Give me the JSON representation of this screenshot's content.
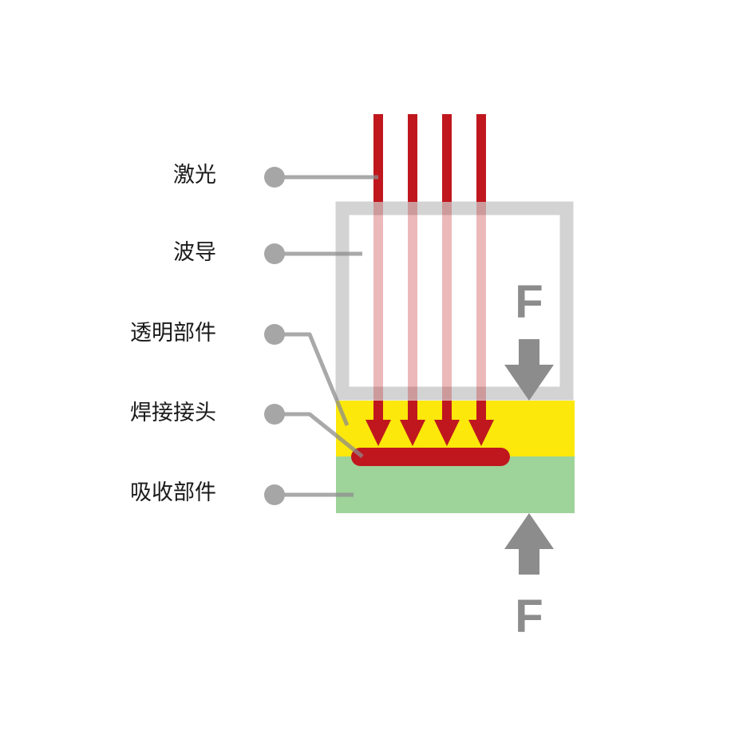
{
  "labels": {
    "laser": "激光",
    "waveguide": "波导",
    "transparent_part": "透明部件",
    "weld_joint": "焊接接头",
    "absorbing_part": "吸收部件"
  },
  "force": {
    "top_label": "F",
    "bottom_label": "F"
  },
  "colors": {
    "laser_red": "#c0171f",
    "waveguide_gray": "#d3d3d3",
    "transparent_yellow": "#fce80a",
    "absorbing_green": "#9ed39a",
    "pointer_gray": "#a6a6a6",
    "arrow_gray": "#8c8c8c"
  }
}
